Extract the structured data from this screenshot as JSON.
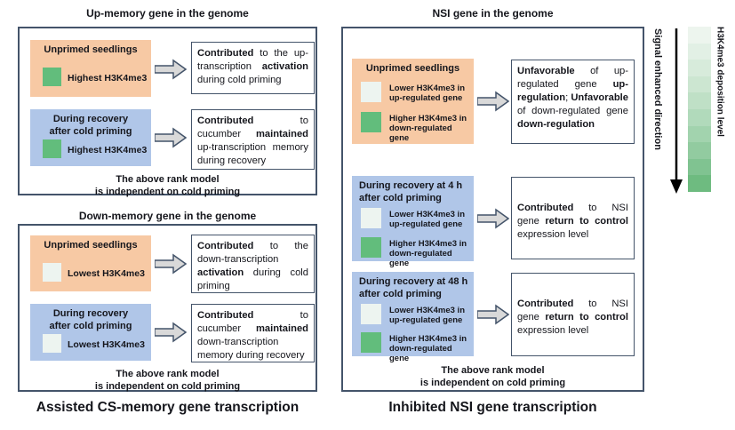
{
  "colors": {
    "panel_border": "#44546a",
    "orange_box": "#f7c9a4",
    "blue_box": "#b0c6e8",
    "high_swatch": "#62bd7c",
    "low_swatch": "#edf4f0",
    "arrow_fill": "#d9d9d9",
    "arrow_stroke": "#44546a",
    "legend_arrow": "#000000"
  },
  "left": {
    "up_panel": {
      "title": "Up-memory gene in the genome",
      "row1": {
        "condition_title": "Unprimed seedlings",
        "swatch_label": "Highest H3K4me3",
        "outcome": [
          {
            "t": "Contributed",
            "b": true
          },
          {
            "t": " to the up-transcription ",
            "b": false
          },
          {
            "t": "activation",
            "b": true
          },
          {
            "t": " during cold priming",
            "b": false
          }
        ]
      },
      "row2": {
        "condition_title": "During recovery\nafter cold priming",
        "swatch_label": "Highest H3K4me3",
        "outcome": [
          {
            "t": "Contributed",
            "b": true
          },
          {
            "t": " to cucumber ",
            "b": false
          },
          {
            "t": "maintained",
            "b": true
          },
          {
            "t": " up-transcription memory during recovery",
            "b": false
          }
        ]
      },
      "footer": "The above rank model\nis independent on cold priming"
    },
    "down_panel": {
      "title": "Down-memory gene in the genome",
      "row1": {
        "condition_title": "Unprimed seedlings",
        "swatch_label": "Lowest H3K4me3",
        "outcome": [
          {
            "t": "Contributed",
            "b": true
          },
          {
            "t": " to the down-transcription ",
            "b": false
          },
          {
            "t": "activation",
            "b": true
          },
          {
            "t": " during cold priming",
            "b": false
          }
        ]
      },
      "row2": {
        "condition_title": "During recovery\nafter cold priming",
        "swatch_label": "Lowest H3K4me3",
        "outcome": [
          {
            "t": "Contributed",
            "b": true
          },
          {
            "t": " to cucumber ",
            "b": false
          },
          {
            "t": "maintained",
            "b": true
          },
          {
            "t": " down-transcription memory during recovery",
            "b": false
          }
        ]
      },
      "footer": "The above rank model\nis independent on cold priming"
    },
    "caption": "Assisted CS-memory gene transcription"
  },
  "right": {
    "nsi_panel": {
      "title": "NSI gene in the genome",
      "row1": {
        "condition_title": "Unprimed seedlings",
        "low_label": "Lower H3K4me3 in\nup-regulated gene",
        "high_label": "Higher H3K4me3 in\ndown-regulated gene",
        "outcome": [
          {
            "t": "Unfavorable",
            "b": true
          },
          {
            "t": " of up-regulated gene ",
            "b": false
          },
          {
            "t": "up-regulation",
            "b": true
          },
          {
            "t": "; ",
            "b": false
          },
          {
            "t": "Unfavorable",
            "b": true
          },
          {
            "t": " of down-regulated gene ",
            "b": false
          },
          {
            "t": "down-regulation",
            "b": true
          }
        ]
      },
      "row2": {
        "condition_title": "During recovery at 4 h\nafter cold priming",
        "low_label": "Lower H3K4me3 in\nup-regulated gene",
        "high_label": "Higher H3K4me3 in\ndown-regulated gene",
        "outcome": [
          {
            "t": "Contributed",
            "b": true
          },
          {
            "t": " to NSI gene ",
            "b": false
          },
          {
            "t": "return to control",
            "b": true
          },
          {
            "t": " expression level",
            "b": false
          }
        ]
      },
      "row3": {
        "condition_title": "During recovery at 48 h\nafter cold priming",
        "low_label": "Lower H3K4me3 in\nup-regulated gene",
        "high_label": "Higher H3K4me3 in\ndown-regulated gene",
        "outcome": [
          {
            "t": "Contributed",
            "b": true
          },
          {
            "t": " to NSI gene ",
            "b": false
          },
          {
            "t": "return to control",
            "b": true
          },
          {
            "t": " expression level",
            "b": false
          }
        ]
      },
      "footer": "The above rank model\nis independent on cold priming"
    },
    "caption": "Inhibited NSI gene transcription"
  },
  "legend": {
    "signal_label": "Signal enhanced direction",
    "scale_label": "H3K4me3 deposition level",
    "gradient_steps": [
      "#edf5ee",
      "#e2f0e5",
      "#d7ebdb",
      "#cce6d1",
      "#bfe0c6",
      "#b1dabb",
      "#a2d3ae",
      "#92cba0",
      "#80c391",
      "#6ebb80"
    ]
  }
}
